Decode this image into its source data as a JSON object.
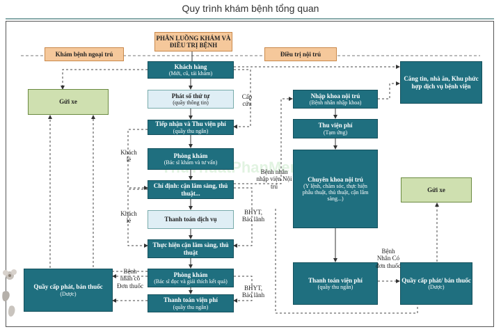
{
  "title": "Quy trình khám bệnh tổng quan",
  "watermark": "ThuThuatPhanMem",
  "header": {
    "center_line1": "PHÂN LUỒNG KHÁM VÀ",
    "center_line2": "ĐIỀU TRỊ BỆNH",
    "left": "Khám bệnh ngoại trú",
    "right": "Điều trị nội trú"
  },
  "boxes": {
    "khach_hang": {
      "main": "Khách hàng",
      "sub": "(Mới, cũ, tái khám)"
    },
    "phat_so": {
      "main": "Phát số thứ tự",
      "sub": "(quầy thông tin)"
    },
    "tiep_nhan": {
      "main": "Tiếp nhận và Thu viện phí",
      "sub": "(quầy thu ngân)"
    },
    "phong_kham1": {
      "main": "Phòng khám",
      "sub": "(Bác sĩ khám và tư vấn)"
    },
    "chi_dinh": {
      "main": "Chỉ định: cận lâm sàng, thủ thuật..."
    },
    "thanh_toan_dv": {
      "main": "Thanh toán dịch vụ"
    },
    "thuc_hien": {
      "main": "Thực hiện cận lâm sàng, thủ thuật"
    },
    "phong_kham2": {
      "main": "Phòng khám",
      "sub": "(Bác sĩ đọc và giải thích kết quả)"
    },
    "thanh_toan_vp_left": {
      "main": "Thanh toán viện phí",
      "sub": "(quầy thu ngân)"
    },
    "gui_xe_left": {
      "main": "Gửi xe"
    },
    "quay_cap_phat_left": {
      "main": "Quầy cấp phát, bán thuốc",
      "sub": "(Dược)"
    },
    "nhap_khoa": {
      "main": "Nhập khoa nội trú",
      "sub": "(Bệnh nhân nhập khoa)"
    },
    "thu_vien_phi": {
      "main": "Thu viện phí",
      "sub": "(Tạm ứng)"
    },
    "chuyen_khoa": {
      "main": "Chuyên khoa nội trú",
      "sub": "(Y lệnh, chăm sóc, thực hiện phẫu thuật, thủ thuật, cận lâm sàng...)"
    },
    "thanh_toan_vp_right": {
      "main": "Thanh toán viện phí",
      "sub": "(quầy thu ngân)"
    },
    "can_tin": {
      "main": "Căng tin, nhà ăn, Khu phức hợp dịch vụ bệnh viện"
    },
    "gui_xe_right": {
      "main": "Gửi xe"
    },
    "quay_cap_phat_right": {
      "main": "Quầy cấp phát/ bán thuốc",
      "sub": "(Dược)"
    }
  },
  "labels": {
    "cap_cuu": "Cấp cứu",
    "khach_le_1": "Khách lẻ",
    "khach_le_2": "Khách lẻ",
    "bhyt_1": "BHYT, Bảo lãnh",
    "bhyt_2": "BHYT, Bảo lãnh",
    "benh_nhan_co_don": "Bệnh nhân có Đơn thuốc",
    "benh_nhan_nhap_vien": "Bệnh nhân nhập viện Nội trú",
    "benh_nhan_co_don_right": "Bệnh Nhân Có đơn thuốc"
  }
}
